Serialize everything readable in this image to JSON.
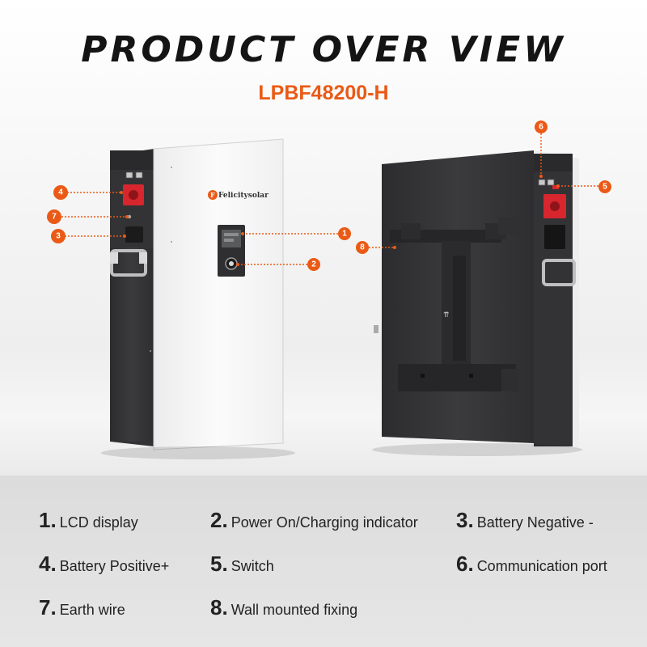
{
  "header": {
    "title": "PRODUCT OVER VIEW",
    "model": "LPBF48200-H"
  },
  "product": {
    "brand_logo": "Felicitysolar",
    "brand_mark": "F",
    "colors": {
      "accent": "#ea5a16",
      "front_panel": "#f8f8f8",
      "body_dark": "#3a3a3c",
      "terminal_red": "#d7262e"
    }
  },
  "callouts": [
    {
      "num": "1"
    },
    {
      "num": "2"
    },
    {
      "num": "3"
    },
    {
      "num": "4"
    },
    {
      "num": "5"
    },
    {
      "num": "6"
    },
    {
      "num": "7"
    },
    {
      "num": "8"
    }
  ],
  "legend": [
    {
      "num": "1.",
      "label": "LCD display"
    },
    {
      "num": "2.",
      "label": "Power On/Charging indicator"
    },
    {
      "num": "3.",
      "label": "Battery Negative -"
    },
    {
      "num": "4.",
      "label": "Battery Positive+"
    },
    {
      "num": "5.",
      "label": "Switch"
    },
    {
      "num": "6.",
      "label": "Communication port"
    },
    {
      "num": "7.",
      "label": "Earth wire"
    },
    {
      "num": "8.",
      "label": "Wall mounted fixing"
    }
  ]
}
